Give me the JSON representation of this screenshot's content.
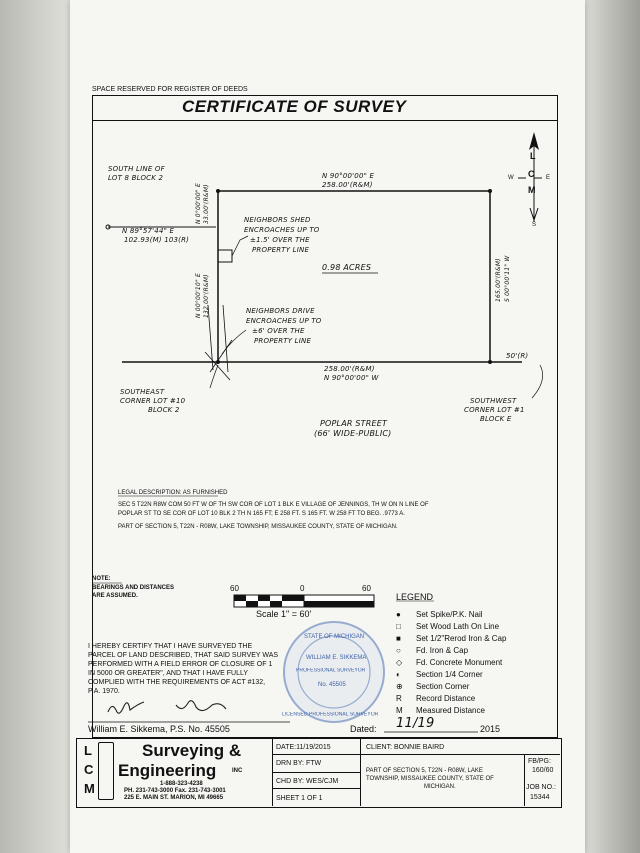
{
  "header": {
    "reserved": "SPACE RESERVED FOR REGISTER OF DEEDS",
    "title": "CERTIFICATE OF SURVEY"
  },
  "north_arrow": {
    "letters": [
      "L",
      "C",
      "M"
    ],
    "w": "W",
    "e": "E",
    "s": "S"
  },
  "plat": {
    "south_line_lot8": [
      "SOUTH LINE OF",
      "LOT 8 BLOCK 2"
    ],
    "bearing_west": "N 89°57'44\" E",
    "dist_west": "102.93(M) 103(R)",
    "bearing_top": "N 90°00'00\" E",
    "dist_top": "258.00'(R&M)",
    "bearing_nw": "N 0°00'00\" E",
    "dist_nw": "33.00'(R&M)",
    "shed_note": [
      "NEIGHBORS SHED",
      "ENCROACHES UP TO",
      "±1.5' OVER THE",
      "PROPERTY LINE"
    ],
    "acres": "0.98 ACRES",
    "bearing_west_side": "N 00°00'10\" E",
    "dist_west_side": "132.00'(R&M)",
    "drive_note": [
      "NEIGHBORS DRIVE",
      "ENCROACHES UP TO",
      "±6' OVER THE",
      "PROPERTY LINE"
    ],
    "dist_east": "165.00'(R&M)",
    "bearing_east": "S 00°00'11\" W",
    "dist_bottom": "258.00'(R&M)",
    "bearing_bottom": "N 90°00'00\" W",
    "dist_50": "50'(R)",
    "se_corner": [
      "SOUTHEAST",
      "CORNER LOT #10",
      "BLOCK 2"
    ],
    "sw_corner": [
      "SOUTHWEST",
      "CORNER LOT #1",
      "BLOCK E"
    ],
    "street": [
      "POPLAR STREET",
      "(66' WIDE-PUBLIC)"
    ]
  },
  "legal": {
    "heading": "LEGAL DESCRIPTION: AS FURNISHED",
    "line1": "SEC 5 T22N R8W COM 50 FT W OF TH SW COR OF LOT 1 BLK E VILLAGE OF JENNINGS, TH W ON N LINE OF",
    "line2": "POPLAR ST TO SE COR OF LOT 10 BLK 2 TH N 165 FT; E 258 FT. S 165 FT. W 258 FT TO BEG. .9773 A.",
    "line3": "PART OF SECTION 5, T22N - R08W, LAKE TOWNSHIP, MISSAUKEE COUNTY, STATE OF MICHIGAN."
  },
  "note": {
    "label": "NOTE:",
    "line1": "BEARINGS AND DISTANCES",
    "line2": "ARE ASSUMED."
  },
  "scale": {
    "left": "60",
    "mid": "0",
    "right": "60",
    "caption": "Scale  1\"  =  60'"
  },
  "legend": {
    "title": "LEGEND",
    "items": [
      {
        "sym": "●",
        "label": "Set Spike/P.K. Nail"
      },
      {
        "sym": "□",
        "label": "Set Wood Lath On Line"
      },
      {
        "sym": "■",
        "label": "Set 1/2\"Rerod Iron & Cap"
      },
      {
        "sym": "○",
        "label": "Fd. Iron & Cap"
      },
      {
        "sym": "◇",
        "label": "Fd. Concrete Monument"
      },
      {
        "sym": "◐",
        "label": "Section 1/4 Corner"
      },
      {
        "sym": "⊕",
        "label": "Section Corner"
      },
      {
        "sym": "R",
        "label": "Record Distance"
      },
      {
        "sym": "M",
        "label": "Measured Distance"
      }
    ]
  },
  "certification": {
    "lines": [
      "I HEREBY CERTIFY THAT I HAVE SURVEYED THE",
      "PARCEL OF LAND DESCRIBED, THAT SAID SURVEY WAS",
      "PERFORMED WITH A FIELD ERROR OF CLOSURE OF 1",
      "IN 5000 OR GREATER\", AND THAT I HAVE FULLY",
      "COMPLIED WITH THE REQUIREMENTS OF ACT #132,",
      "P.A. 1970."
    ],
    "surveyor": "William E. Sikkema, P.S. No. 45505",
    "dated_label": "Dated:",
    "dated_value": "11/19",
    "year": "2015"
  },
  "seal": {
    "top": "STATE OF MICHIGAN",
    "name": "WILLIAM E. SIKKEMA",
    "role": "PROFESSIONAL SURVEYOR",
    "no": "No. 45505",
    "bottom": "LICENSED PROFESSIONAL SURVEYOR"
  },
  "title_block": {
    "company1": "Surveying &",
    "company2": "Engineering",
    "inc": "INC",
    "phone1": "1-888-323-4238",
    "phone2": "PH. 231-743-3000  Fax. 231-743-3001",
    "address": "225 E. MAIN ST. MARION, MI 49665",
    "logo_letters": [
      "L",
      "C",
      "M"
    ],
    "date": "DATE:11/19/2015",
    "drn": "DRN BY: FTW",
    "chd": "CHD BY: WES/CJM",
    "sheet": "SHEET 1 OF 1",
    "client": "CLIENT: BONNIE BAIRD",
    "desc": [
      "PART OF SECTION 5, T22N - R08W, LAKE",
      "TOWNSHIP, MISSAUKEE COUNTY, STATE OF",
      "MICHIGAN."
    ],
    "fbpg_label": "FB/PG:",
    "fbpg": "160/60",
    "job_label": "JOB NO.:",
    "job": "15344"
  }
}
